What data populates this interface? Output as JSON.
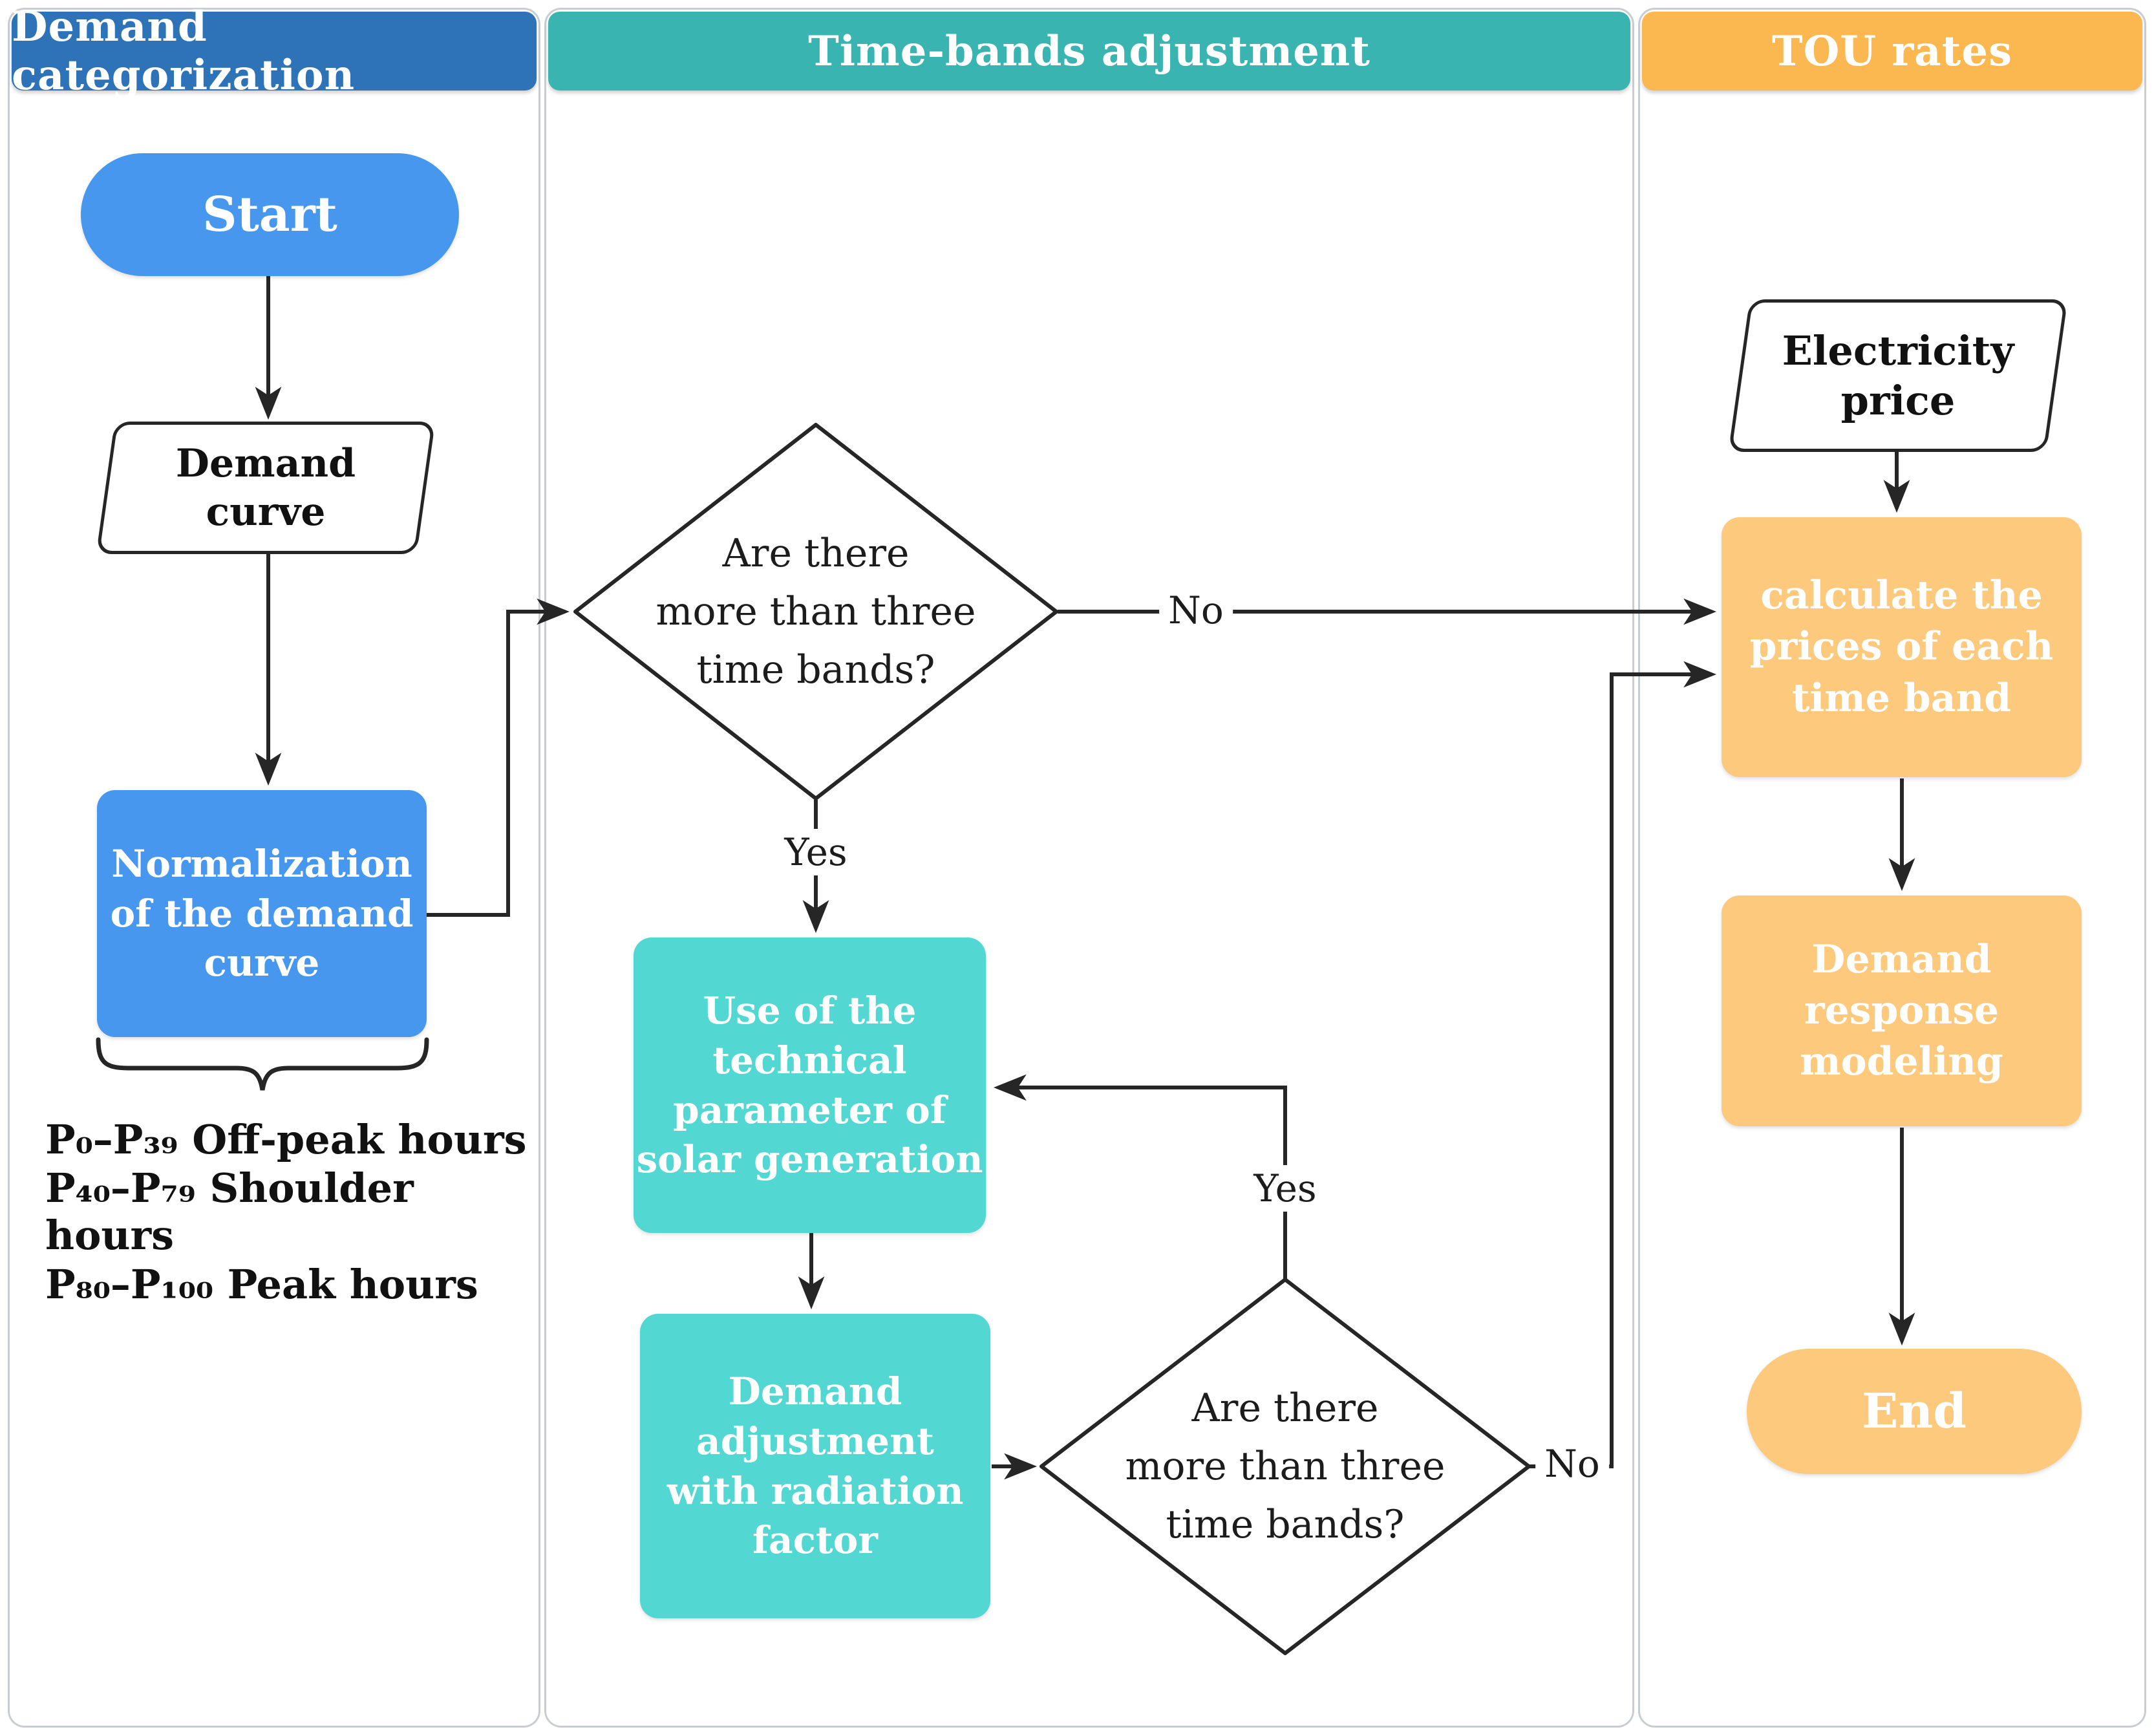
{
  "figure": {
    "description": "TOU rates methodology flowchart"
  },
  "columns": [
    {
      "title": "Demand categorization",
      "color": "#2e72b8"
    },
    {
      "title": "Time-bands adjustment",
      "color": "#3ab4b0"
    },
    {
      "title": "TOU rates",
      "color": "#fbb851"
    }
  ],
  "nodes": {
    "start": {
      "label": "Start",
      "shape": "terminator",
      "color": "#4897ee"
    },
    "demand_curve": {
      "label": "Demand\ncurve",
      "shape": "data"
    },
    "normalization": {
      "label": "Normalization\nof the demand\ncurve",
      "shape": "process",
      "color": "#4897ee"
    },
    "decision1": {
      "label": "Are there\nmore than three\ntime bands?",
      "shape": "decision"
    },
    "use_technical": {
      "label": "Use of the\ntechnical\nparameter of\nsolar generation",
      "shape": "process",
      "color": "#52d7d2"
    },
    "demand_adjustment": {
      "label": "Demand\nadjustment\nwith radiation\nfactor",
      "shape": "process",
      "color": "#52d7d2"
    },
    "decision2": {
      "label": "Are there\nmore than three\ntime bands?",
      "shape": "decision"
    },
    "electricity_price": {
      "label": "Electricity\nprice",
      "shape": "data"
    },
    "calculate_prices": {
      "label": "calculate the\nprices of each\ntime band",
      "shape": "process",
      "color": "#fcc97d"
    },
    "demand_response": {
      "label": "Demand\nresponse\nmodeling",
      "shape": "process",
      "color": "#fcc97d"
    },
    "end": {
      "label": "End",
      "shape": "terminator",
      "color": "#fcc97d"
    }
  },
  "edge_labels": {
    "decision1_yes": "Yes",
    "decision1_no": "No",
    "decision2_yes": "Yes",
    "decision2_no": "No"
  },
  "annotations": {
    "percentiles": [
      "P₀–P₃₉ Off-peak hours",
      "P₄₀–P₇₉ Shoulder hours",
      "P₈₀–P₁₀₀ Peak hours"
    ]
  },
  "colors": {
    "header_blue": "#2e72b8",
    "header_teal": "#3ab4b0",
    "header_orange": "#fbb851",
    "process_blue": "#4897ee",
    "process_teal": "#52d7d2",
    "process_orange": "#fcc97d",
    "line": "#262626",
    "panel_border": "#c9cdd1"
  }
}
